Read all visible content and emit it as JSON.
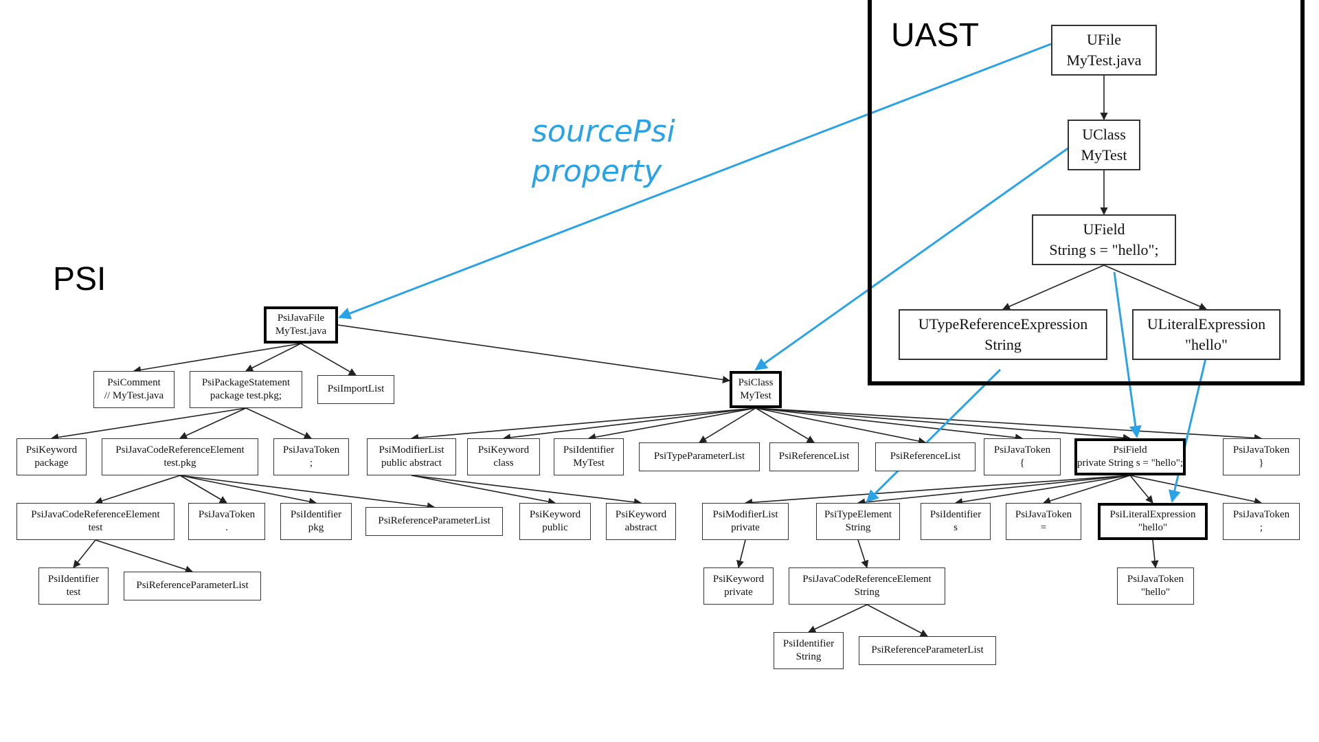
{
  "labels": {
    "uast": "UAST",
    "psi": "PSI",
    "annotation_line1": "sourcePsi",
    "annotation_line2": "property"
  },
  "colors": {
    "arrow": "#2aa3e6",
    "edge": "#222222"
  },
  "uast_nodes": [
    {
      "id": "ufile",
      "l1": "UFile",
      "l2": "MyTest.java"
    },
    {
      "id": "uclass",
      "l1": "UClass",
      "l2": "MyTest"
    },
    {
      "id": "ufield",
      "l1": "UField",
      "l2": "String s = \"hello\";"
    },
    {
      "id": "utyperef",
      "l1": "UTypeReferenceExpression",
      "l2": "String"
    },
    {
      "id": "uliteral",
      "l1": "ULiteralExpression",
      "l2": "\"hello\""
    }
  ],
  "psi_nodes": [
    {
      "id": "javafile",
      "l1": "PsiJavaFile",
      "l2": "MyTest.java"
    },
    {
      "id": "comment",
      "l1": "PsiComment",
      "l2": "// MyTest.java"
    },
    {
      "id": "pkgstmt",
      "l1": "PsiPackageStatement",
      "l2": "package test.pkg;"
    },
    {
      "id": "importlist",
      "l1": "PsiImportList",
      "l2": ""
    },
    {
      "id": "kwpackage",
      "l1": "PsiKeyword",
      "l2": "package"
    },
    {
      "id": "jcre1",
      "l1": "PsiJavaCodeReferenceElement",
      "l2": "test.pkg"
    },
    {
      "id": "tok1",
      "l1": "PsiJavaToken",
      "l2": ";"
    },
    {
      "id": "jcre2",
      "l1": "PsiJavaCodeReferenceElement",
      "l2": "test"
    },
    {
      "id": "tok2",
      "l1": "PsiJavaToken",
      "l2": "."
    },
    {
      "id": "idpkg",
      "l1": "PsiIdentifier",
      "l2": "pkg"
    },
    {
      "id": "rpl1",
      "l1": "PsiReferenceParameterList",
      "l2": ""
    },
    {
      "id": "idtest",
      "l1": "PsiIdentifier",
      "l2": "test"
    },
    {
      "id": "rpl2",
      "l1": "PsiReferenceParameterList",
      "l2": ""
    },
    {
      "id": "psiclass",
      "l1": "PsiClass",
      "l2": "MyTest"
    },
    {
      "id": "modlist1",
      "l1": "PsiModifierList",
      "l2": "public abstract"
    },
    {
      "id": "kwclass",
      "l1": "PsiKeyword",
      "l2": "class"
    },
    {
      "id": "idmytest",
      "l1": "PsiIdentifier",
      "l2": "MyTest"
    },
    {
      "id": "tparams",
      "l1": "PsiTypeParameterList",
      "l2": ""
    },
    {
      "id": "reflist1",
      "l1": "PsiReferenceList",
      "l2": ""
    },
    {
      "id": "reflist2",
      "l1": "PsiReferenceList",
      "l2": ""
    },
    {
      "id": "tokbrace1",
      "l1": "PsiJavaToken",
      "l2": "{"
    },
    {
      "id": "psifield",
      "l1": "PsiField",
      "l2": "private String s = \"hello\";"
    },
    {
      "id": "tokbrace2",
      "l1": "PsiJavaToken",
      "l2": "}"
    },
    {
      "id": "kwpublic",
      "l1": "PsiKeyword",
      "l2": "public"
    },
    {
      "id": "kwabstract",
      "l1": "PsiKeyword",
      "l2": "abstract"
    },
    {
      "id": "modlist2",
      "l1": "PsiModifierList",
      "l2": "private"
    },
    {
      "id": "typeel",
      "l1": "PsiTypeElement",
      "l2": "String"
    },
    {
      "id": "ids",
      "l1": "PsiIdentifier",
      "l2": "s"
    },
    {
      "id": "tokeq",
      "l1": "PsiJavaToken",
      "l2": "="
    },
    {
      "id": "literal",
      "l1": "PsiLiteralExpression",
      "l2": "\"hello\""
    },
    {
      "id": "toksemi",
      "l1": "PsiJavaToken",
      "l2": ";"
    },
    {
      "id": "kwprivate",
      "l1": "PsiKeyword",
      "l2": "private"
    },
    {
      "id": "jcre3",
      "l1": "PsiJavaCodeReferenceElement",
      "l2": "String"
    },
    {
      "id": "tokhello",
      "l1": "PsiJavaToken",
      "l2": "\"hello\""
    },
    {
      "id": "idstring",
      "l1": "PsiIdentifier",
      "l2": "String"
    },
    {
      "id": "rpl3",
      "l1": "PsiReferenceParameterList",
      "l2": ""
    }
  ]
}
